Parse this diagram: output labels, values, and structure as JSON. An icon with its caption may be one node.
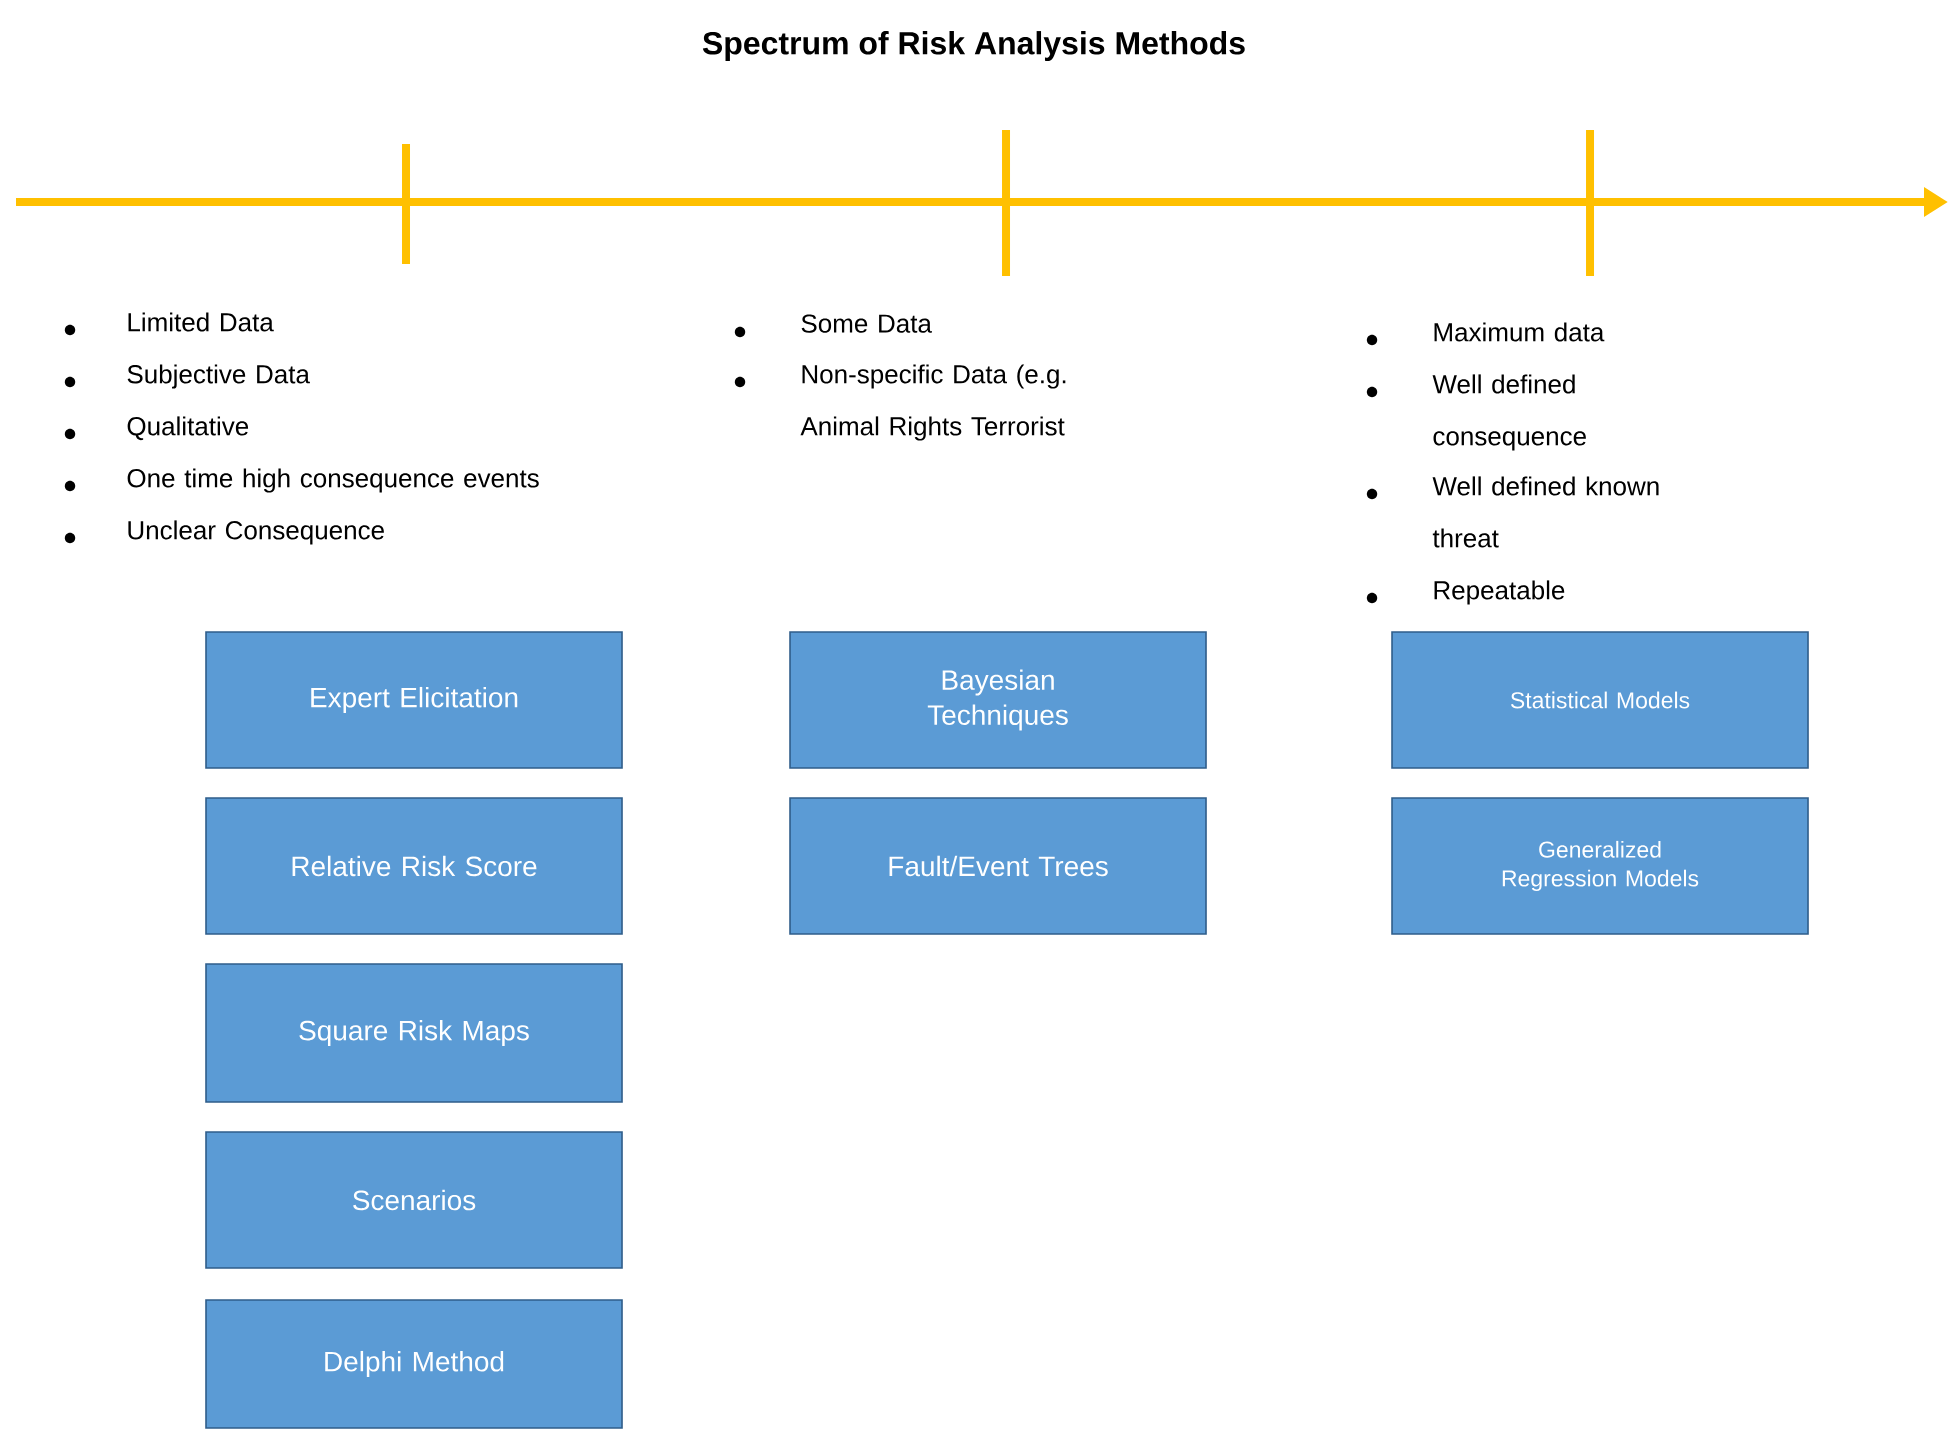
{
  "diagram": {
    "title": "Spectrum of Risk Analysis Methods",
    "nodes": [
      {
        "text": [
          "Expert Elicitation"
        ]
      },
      {
        "text": [
          "Relative Risk Score"
        ]
      },
      {
        "text": [
          "Square Risk Maps"
        ]
      },
      {
        "text": [
          "Scenarios"
        ]
      },
      {
        "text": [
          "Delphi Method"
        ]
      },
      {
        "text": [
          "Bayesian Techniques"
        ]
      },
      {
        "text": [
          "Fault/Event Trees"
        ]
      },
      {
        "text": [
          "Statistical Models"
        ]
      },
      {
        "text": [
          "Generalized Regression Models"
        ]
      }
    ],
    "labels": [
      "Limited Data",
      "Subjective Data",
      "Qualitative",
      "One time high consequence events",
      "Unclear Consequence",
      "Some Data",
      "Non-specific Data (e.g. Animal Rights Terrorist",
      "Maximum data",
      "Well defined consequence",
      "Well defined known threat",
      "Repeatable"
    ]
  }
}
